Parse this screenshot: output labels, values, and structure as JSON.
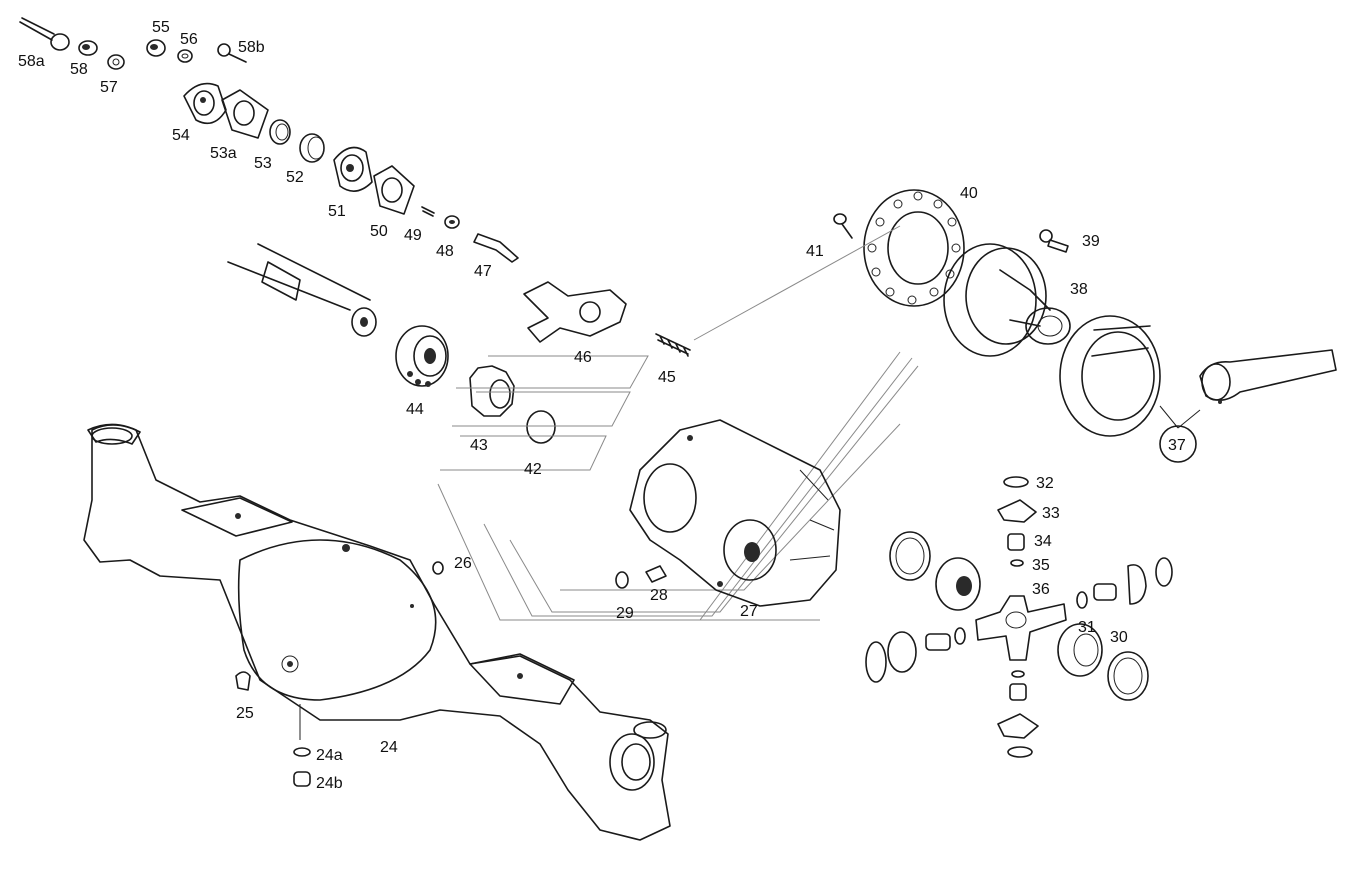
{
  "labels": {
    "p58a": "58a",
    "p58": "58",
    "p57": "57",
    "p55": "55",
    "p56": "56",
    "p58b": "58b",
    "p54": "54",
    "p53a": "53a",
    "p53": "53",
    "p52": "52",
    "p51": "51",
    "p50": "50",
    "p49": "49",
    "p48": "48",
    "p47": "47",
    "p46": "46",
    "p45": "45",
    "p44": "44",
    "p43": "43",
    "p42": "42",
    "p41": "41",
    "p40": "40",
    "p39": "39",
    "p38": "38",
    "p37": "37",
    "p36": "36",
    "p35": "35",
    "p34": "34",
    "p33": "33",
    "p32": "32",
    "p31": "31",
    "p30": "30",
    "p29": "29",
    "p28": "28",
    "p27": "27",
    "p26": "26",
    "p25": "25",
    "p24": "24",
    "p24a": "24a",
    "p24b": "24b"
  }
}
